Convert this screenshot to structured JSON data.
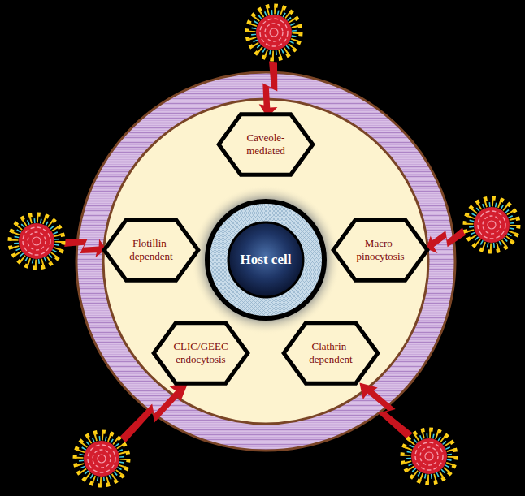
{
  "diagram": {
    "nodes": [
      {
        "text": [
          "Caveole-mediated"
        ]
      },
      {
        "text": [
          "Flotillin-dependent"
        ]
      },
      {
        "text": [
          "Host cell"
        ]
      },
      {
        "text": [
          "Macro-pinocytosis"
        ]
      },
      {
        "text": [
          "CLIC/GEEC endocytosis"
        ]
      },
      {
        "text": [
          "Clathrin-dependent"
        ]
      }
    ],
    "edges": []
  }
}
